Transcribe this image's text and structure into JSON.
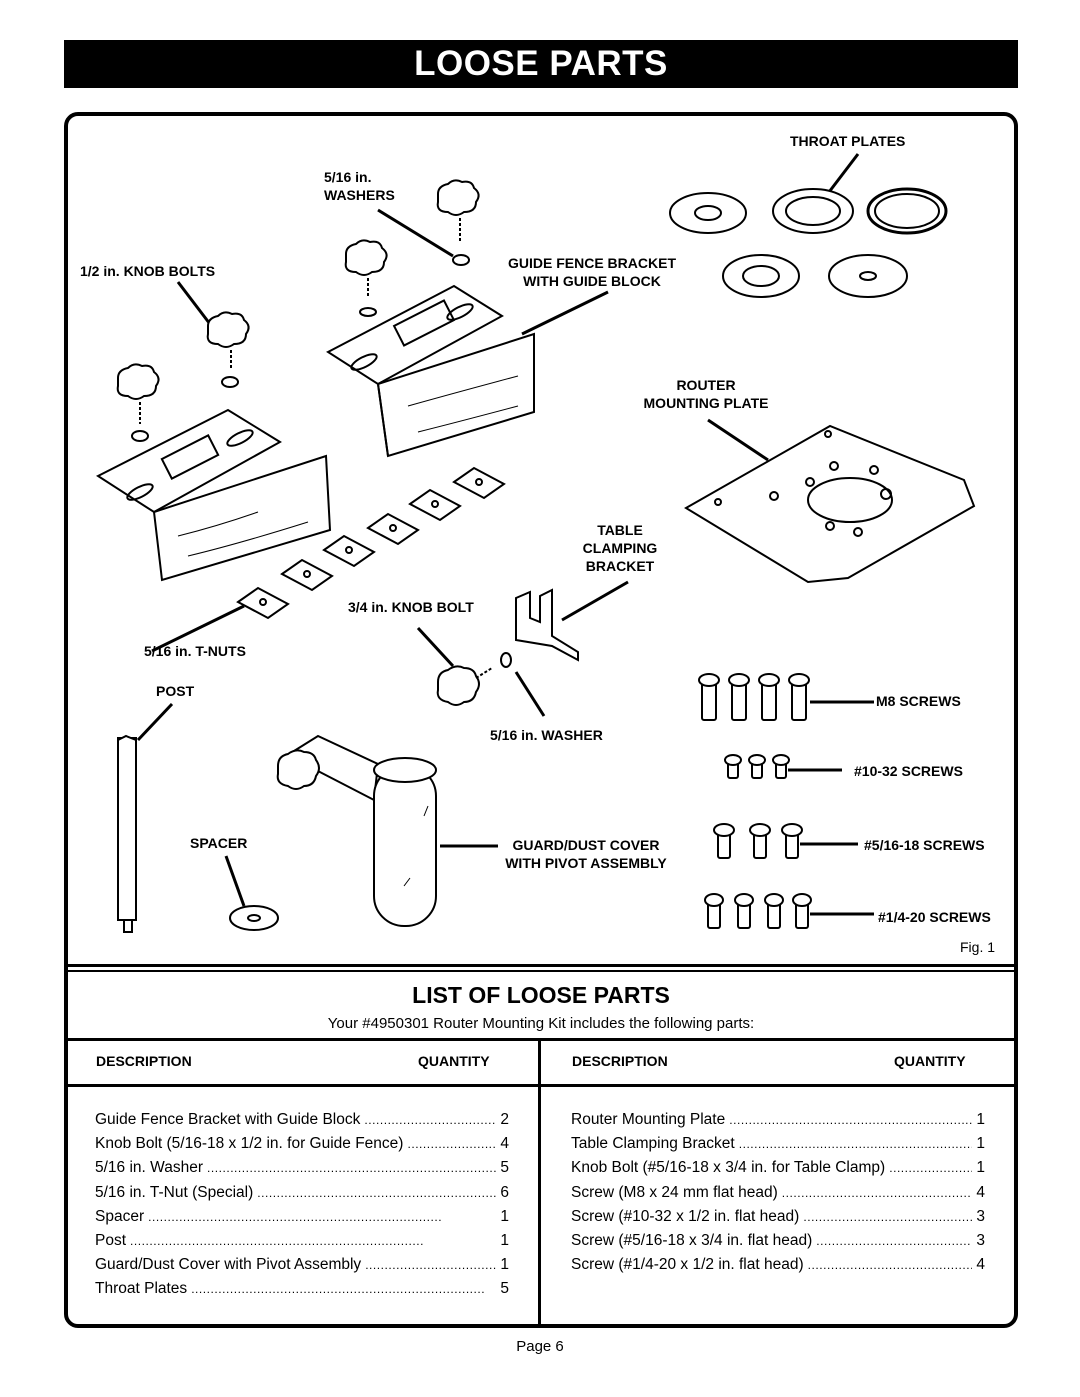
{
  "header": {
    "title": "LOOSE PARTS"
  },
  "figure": {
    "labels": {
      "throat_plates": "THROAT PLATES",
      "washers_size": "5/16 in.",
      "washers": "WASHERS",
      "knob_bolts": "1/2 in. KNOB BOLTS",
      "guide_fence_line1": "GUIDE FENCE BRACKET",
      "guide_fence_line2": "WITH GUIDE BLOCK",
      "router_line1": "ROUTER",
      "router_line2": "MOUNTING PLATE",
      "table_line1": "TABLE",
      "table_line2": "CLAMPING",
      "table_line3": "BRACKET",
      "knob_bolt_34": "3/4 in. KNOB BOLT",
      "t_nuts": "5/16 in. T-NUTS",
      "post": "POST",
      "washer_516": "5/16 in. WASHER",
      "m8_screws": "M8 SCREWS",
      "screws_1032": "#10-32 SCREWS",
      "screws_51618": "#5/16-18 SCREWS",
      "spacer": "SPACER",
      "guard_line1": "GUARD/DUST COVER",
      "guard_line2": "WITH PIVOT ASSEMBLY",
      "screws_1420": "#1/4-20 SCREWS"
    },
    "fig_label": "Fig. 1"
  },
  "list": {
    "title": "LIST OF LOOSE PARTS",
    "intro": "Your #4950301 Router Mounting Kit includes the following parts:",
    "col_description": "DESCRIPTION",
    "col_quantity": "QUANTITY",
    "left": [
      {
        "desc": "Guide Fence Bracket with Guide Block",
        "qty": "2"
      },
      {
        "desc": "Knob Bolt (5/16-18 x 1/2 in. for Guide Fence)",
        "qty": "4"
      },
      {
        "desc": "5/16 in. Washer",
        "qty": "5"
      },
      {
        "desc": "5/16 in. T-Nut (Special)",
        "qty": "6"
      },
      {
        "desc": "Spacer",
        "qty": "1"
      },
      {
        "desc": "Post",
        "qty": "1"
      },
      {
        "desc": "Guard/Dust Cover with Pivot Assembly",
        "qty": "1"
      },
      {
        "desc": "Throat Plates",
        "qty": "5"
      }
    ],
    "right": [
      {
        "desc": "Router Mounting Plate",
        "qty": "1"
      },
      {
        "desc": "Table Clamping Bracket",
        "qty": "1"
      },
      {
        "desc": "Knob Bolt (#5/16-18 x 3/4 in. for Table Clamp)",
        "qty": "1"
      },
      {
        "desc": "Screw (M8 x 24 mm flat head)",
        "qty": "4"
      },
      {
        "desc": "Screw (#10-32 x 1/2 in. flat head)",
        "qty": "3"
      },
      {
        "desc": "Screw (#5/16-18 x 3/4 in. flat head)",
        "qty": "3"
      },
      {
        "desc": "Screw (#1/4-20 x 1/2 in. flat head)",
        "qty": "4"
      }
    ]
  },
  "footer": {
    "page": "Page 6"
  }
}
